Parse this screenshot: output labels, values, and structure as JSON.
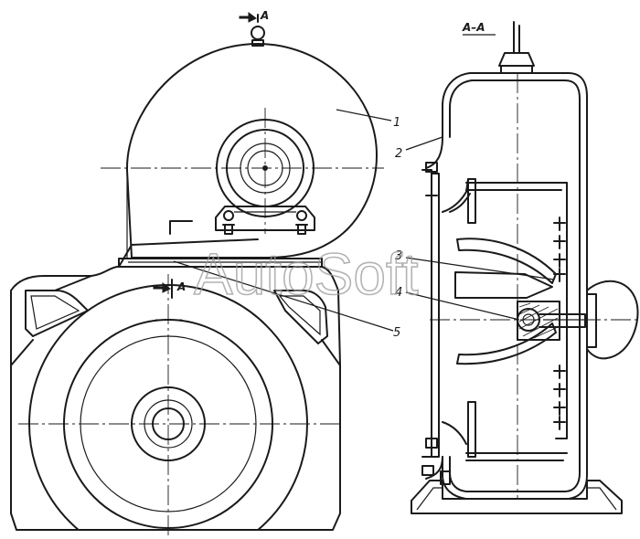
{
  "section_marks": {
    "top": "A",
    "bottom": "A",
    "section_title": "A–A"
  },
  "callouts": [
    "1",
    "2",
    "3",
    "4",
    "5"
  ],
  "watermark": "AutoSoft"
}
